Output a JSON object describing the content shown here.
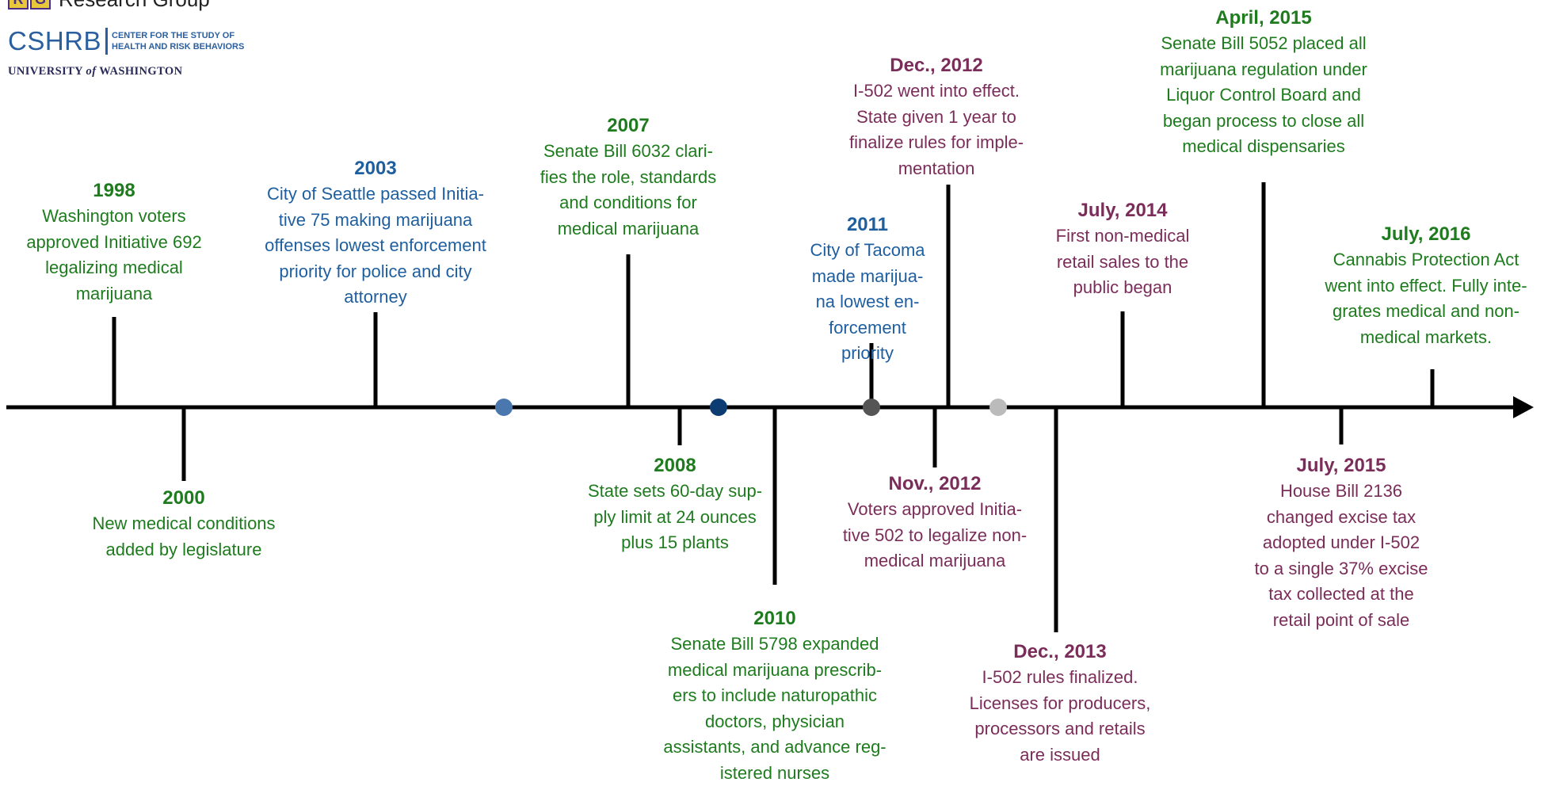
{
  "logo": {
    "group_text": "Research Group",
    "cshrb": "CSHRB",
    "center_line1": "CENTER FOR THE STUDY OF",
    "center_line2": "HEALTH AND RISK BEHAVIORS",
    "university_pre": "UNIVERSITY",
    "university_of": "of",
    "university_post": "WASHINGTON"
  },
  "colors": {
    "green": "#1e7b1e",
    "blue": "#1f5fa0",
    "maroon": "#7b2d5a",
    "axis": "#000000",
    "dot_1": "#4a77ad",
    "dot_2": "#0d3c73",
    "dot_3": "#555555",
    "dot_4": "#bbbbbb"
  },
  "events": [
    {
      "date": "1998",
      "lines": [
        "Washington voters",
        "approved Initiative 692",
        "legalizing medical",
        "marijuana"
      ]
    },
    {
      "date": "2000",
      "lines": [
        "New medical conditions",
        "added by legislature"
      ]
    },
    {
      "date": "2003",
      "lines": [
        "City of Seattle passed Initia-",
        "tive 75 making marijuana",
        "offenses lowest enforcement",
        "priority for police and city",
        "attorney"
      ]
    },
    {
      "date": "2007",
      "lines": [
        "Senate Bill 6032 clari-",
        "fies the role, standards",
        "and conditions for",
        "medical marijuana"
      ]
    },
    {
      "date": "2008",
      "lines": [
        "State sets 60-day sup-",
        "ply limit at 24 ounces",
        "plus 15 plants"
      ]
    },
    {
      "date": "2010",
      "lines": [
        "Senate Bill 5798 expanded",
        "medical marijuana prescrib-",
        "ers to include naturopathic",
        "doctors, physician",
        "assistants, and advance reg-",
        "istered nurses"
      ]
    },
    {
      "date": "2011",
      "lines": [
        "City of Tacoma",
        "made marijua-",
        "na lowest en-",
        "forcement",
        "priority"
      ]
    },
    {
      "date": "Dec., 2012",
      "lines": [
        "I-502 went into effect.",
        "State given 1 year to",
        "finalize rules for imple-",
        "mentation"
      ]
    },
    {
      "date": "Nov., 2012",
      "lines": [
        "Voters  approved Initia-",
        "tive 502 to legalize non-",
        "medical marijuana"
      ]
    },
    {
      "date": "Dec., 2013",
      "lines": [
        "I-502 rules finalized.",
        "Licenses for producers,",
        "processors and retails",
        "are issued"
      ]
    },
    {
      "date": "July, 2014",
      "lines": [
        "First non-medical",
        "retail sales to the",
        "public began"
      ]
    },
    {
      "date": "April, 2015",
      "lines": [
        "Senate Bill 5052 placed all",
        "marijuana regulation under",
        "Liquor Control Board and",
        "began process to close all",
        "medical dispensaries"
      ]
    },
    {
      "date": "July, 2015",
      "lines": [
        "House Bill 2136",
        "changed excise tax",
        "adopted under I-502",
        "to a single 37% excise",
        "tax collected at the",
        "retail point of sale"
      ]
    },
    {
      "date": "July, 2016",
      "lines": [
        "Cannabis Protection Act",
        "went into effect. Fully inte-",
        "grates medical and non-",
        "medical markets."
      ]
    }
  ]
}
